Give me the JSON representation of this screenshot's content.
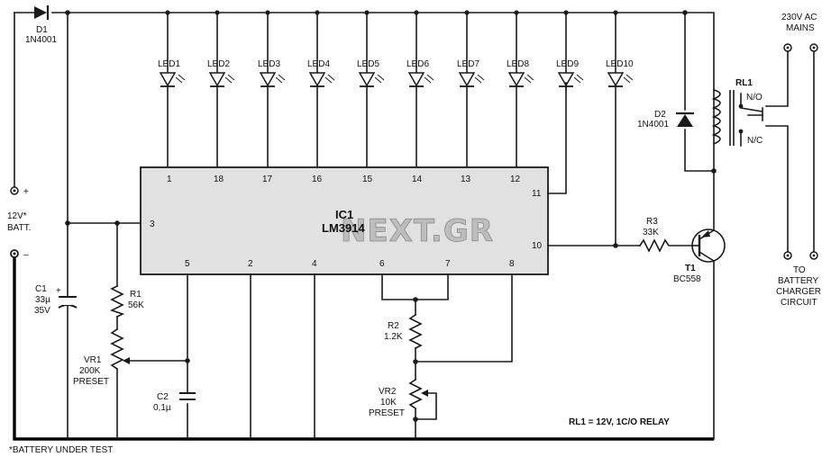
{
  "diode_d1": {
    "ref": "D1",
    "part": "1N4001"
  },
  "diode_d2": {
    "ref": "D2",
    "part": "1N4001"
  },
  "leds": [
    "LED1",
    "LED2",
    "LED3",
    "LED4",
    "LED5",
    "LED6",
    "LED7",
    "LED8",
    "LED9",
    "LED10"
  ],
  "ic": {
    "ref": "IC1",
    "part": "LM3914",
    "pins_top": [
      "1",
      "18",
      "17",
      "16",
      "15",
      "14",
      "13",
      "12"
    ],
    "pin_11": "11",
    "pin_10": "10",
    "pin_3": "3",
    "pins_bottom": [
      "5",
      "2",
      "4",
      "6",
      "7",
      "8"
    ]
  },
  "battery": {
    "plus": "+",
    "minus": "–",
    "label_line1": "12V*",
    "label_line2": "BATT."
  },
  "c1": {
    "ref": "C1",
    "value": "33µ",
    "voltage": "35V",
    "plus": "+"
  },
  "r1": {
    "ref": "R1",
    "value": "56K"
  },
  "vr1": {
    "ref": "VR1",
    "value": "200K",
    "type": "PRESET"
  },
  "c2": {
    "ref": "C2",
    "value": "0,1µ"
  },
  "r2": {
    "ref": "R2",
    "value": "1.2K"
  },
  "vr2": {
    "ref": "VR2",
    "value": "10K",
    "type": "PRESET"
  },
  "r3": {
    "ref": "R3",
    "value": "33K"
  },
  "t1": {
    "ref": "T1",
    "part": "BC558"
  },
  "relay": {
    "ref": "RL1",
    "no": "N/O",
    "nc": "N/C",
    "note": "RL1 = 12V, 1C/O RELAY"
  },
  "mains": {
    "line1": "230V AC",
    "line2": "MAINS"
  },
  "charger": {
    "line1": "TO",
    "line2": "BATTERY",
    "line3": "CHARGER",
    "line4": "CIRCUIT"
  },
  "footnote": "*BATTERY UNDER TEST",
  "watermark": "NEXT.GR"
}
